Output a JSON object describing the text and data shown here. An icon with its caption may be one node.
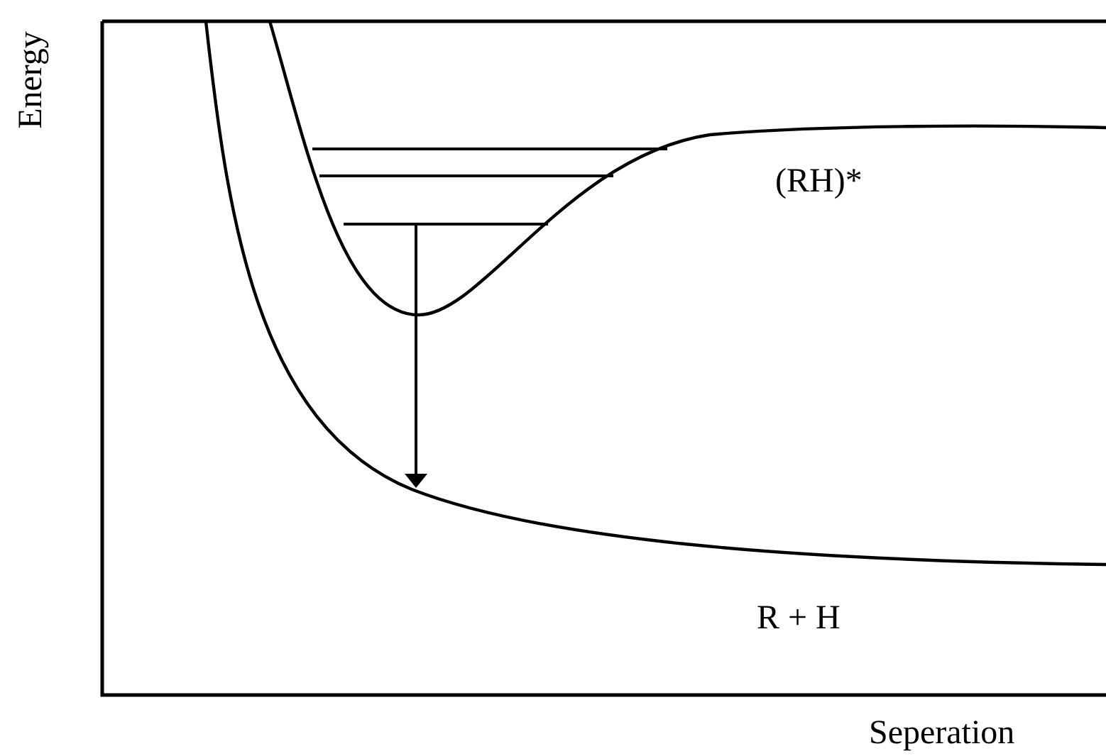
{
  "diagram": {
    "labels": [
      "Energy",
      "(RH)*",
      "R + H",
      "Seperation"
    ]
  }
}
